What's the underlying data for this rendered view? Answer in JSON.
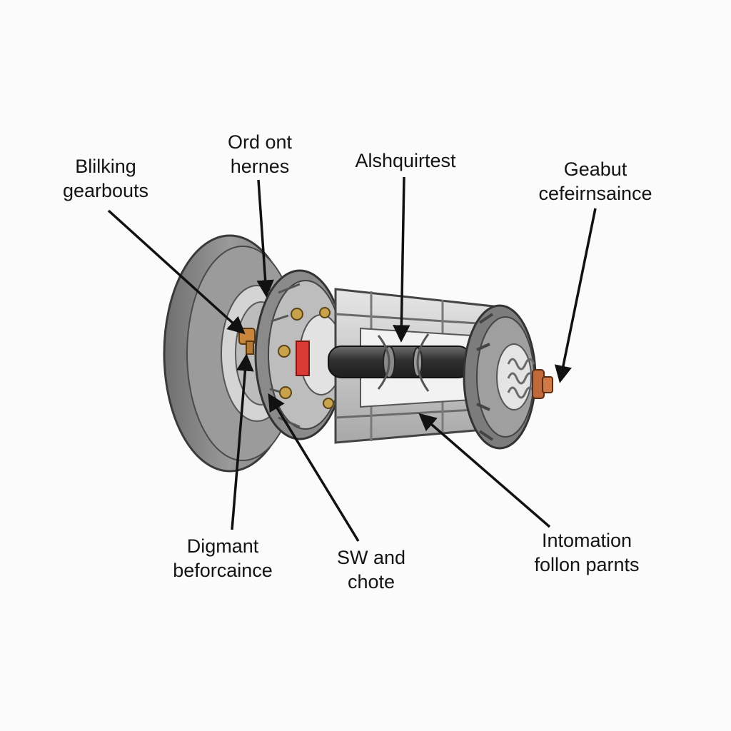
{
  "labels": {
    "blilking": {
      "line1": "Blilking",
      "line2": "gearbouts"
    },
    "ord_ont": {
      "line1": "Ord ont",
      "line2": "hernes"
    },
    "alshquirtest": {
      "line1": "Alshquirtest"
    },
    "geabut": {
      "line1": "Geabut",
      "line2": "cefeirnsaince"
    },
    "digmant": {
      "line1": "Digmant",
      "line2": "beforcaince"
    },
    "sw_chote": {
      "line1": "SW and",
      "line2": "chote"
    },
    "intomation": {
      "line1": "Intomation",
      "line2": "follon parnts"
    }
  },
  "colors": {
    "rotor": "#8c8c8c",
    "housing": "#bdbdbd",
    "dark_metal": "#3c3c3c",
    "accent_red": "#d83a34",
    "bolt_brass": "#c9a24c",
    "tip_copper": "#c06a3c",
    "leader_line": "#111111"
  }
}
